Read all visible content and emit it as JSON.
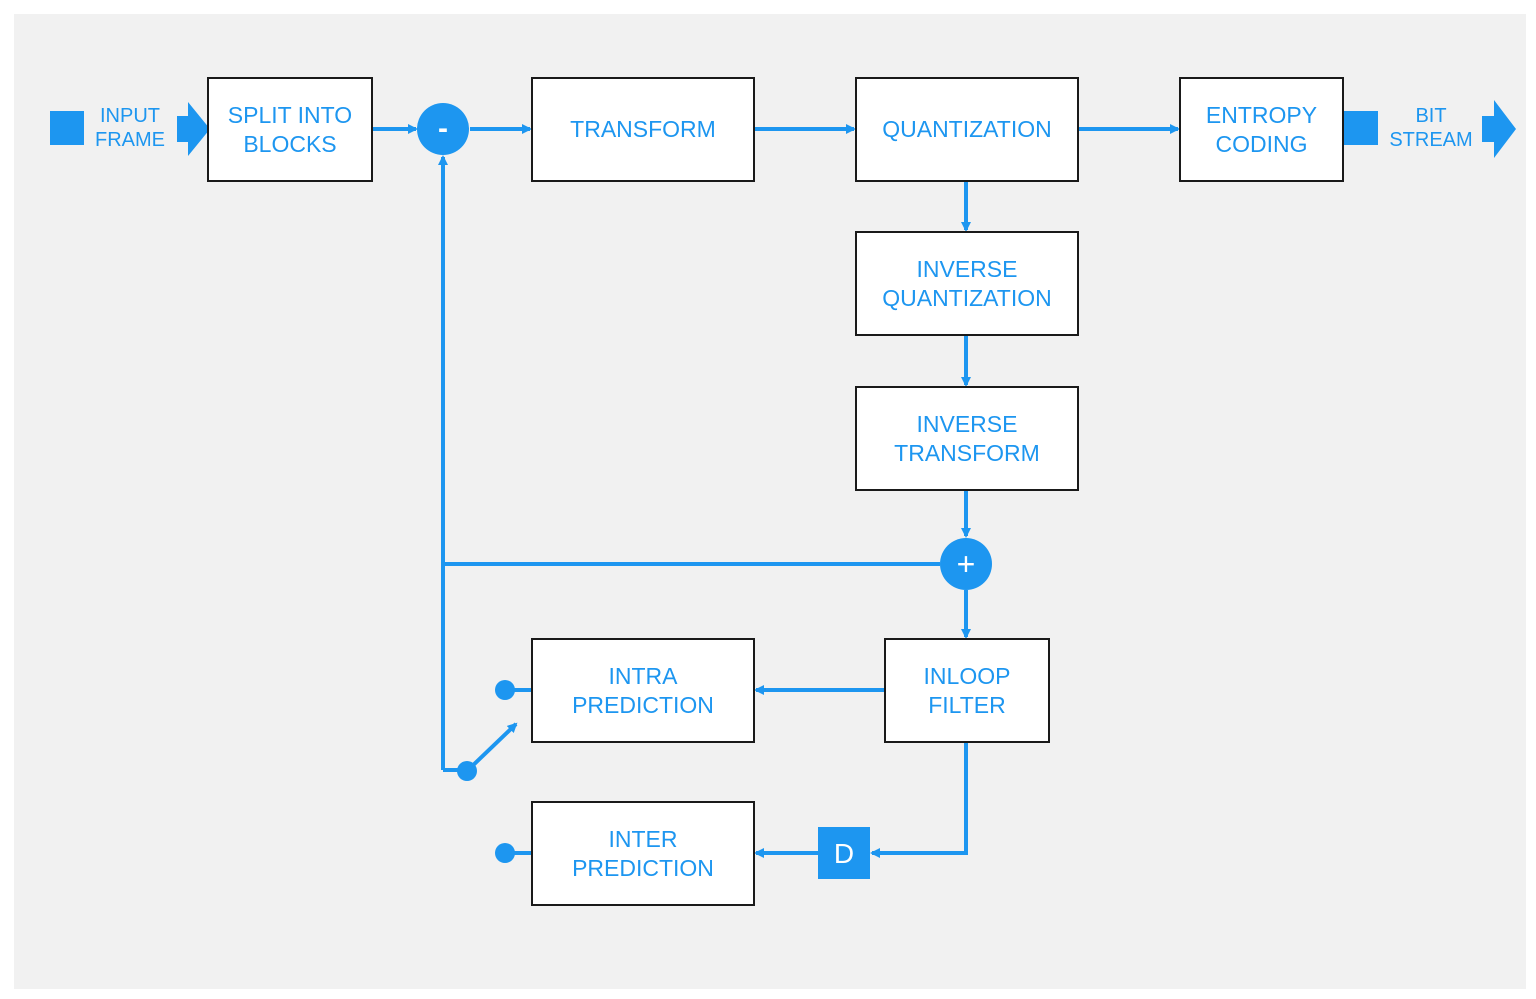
{
  "colors": {
    "accent": "#1d96f0",
    "border": "#1a1a1a",
    "background": "#f1f1f1",
    "box_fill": "#ffffff"
  },
  "io": {
    "input": {
      "line1": "INPUT",
      "line2": "FRAME"
    },
    "output": {
      "line1": "BIT",
      "line2": "STREAM"
    }
  },
  "blocks": {
    "split": {
      "line1": "SPLIT INTO",
      "line2": "BLOCKS"
    },
    "transform": {
      "line1": "TRANSFORM"
    },
    "quantization": {
      "line1": "QUANTIZATION"
    },
    "entropy": {
      "line1": "ENTROPY",
      "line2": "CODING"
    },
    "inverse_quantization": {
      "line1": "INVERSE",
      "line2": "QUANTIZATION"
    },
    "inverse_transform": {
      "line1": "INVERSE",
      "line2": "TRANSFORM"
    },
    "inloop_filter": {
      "line1": "INLOOP",
      "line2": "FILTER"
    },
    "intra_prediction": {
      "line1": "INTRA",
      "line2": "PREDICTION"
    },
    "inter_prediction": {
      "line1": "INTER",
      "line2": "PREDICTION"
    },
    "delay": {
      "label": "D"
    }
  },
  "operators": {
    "subtract": "-",
    "add": "+"
  }
}
